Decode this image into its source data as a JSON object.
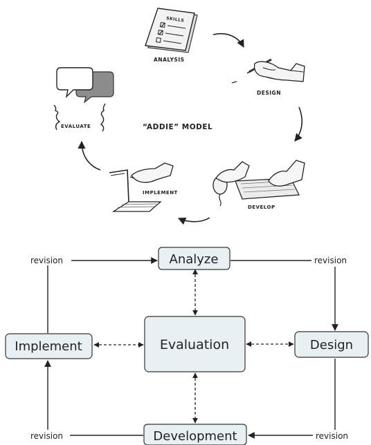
{
  "top_illustration": {
    "center_title": "“ADDIE” MODEL",
    "labels": {
      "analysis": "ANALYSIS",
      "design": "DESIGN",
      "develop": "DEVELOP",
      "implement": "IMPLEMENT",
      "evaluate": "EVALUATE"
    },
    "checklist_header": "SKILLS"
  },
  "flow_diagram": {
    "nodes": {
      "analyze": "Analyze",
      "design": "Design",
      "development": "Development",
      "implement": "Implement",
      "evaluation": "Evaluation"
    },
    "revision_labels": {
      "top_left": "revision",
      "top_right": "revision",
      "bottom_left": "revision",
      "bottom_right": "revision"
    },
    "colors": {
      "node_fill": "#e8f0f4",
      "node_stroke": "#333333",
      "arrow": "#222222"
    }
  }
}
